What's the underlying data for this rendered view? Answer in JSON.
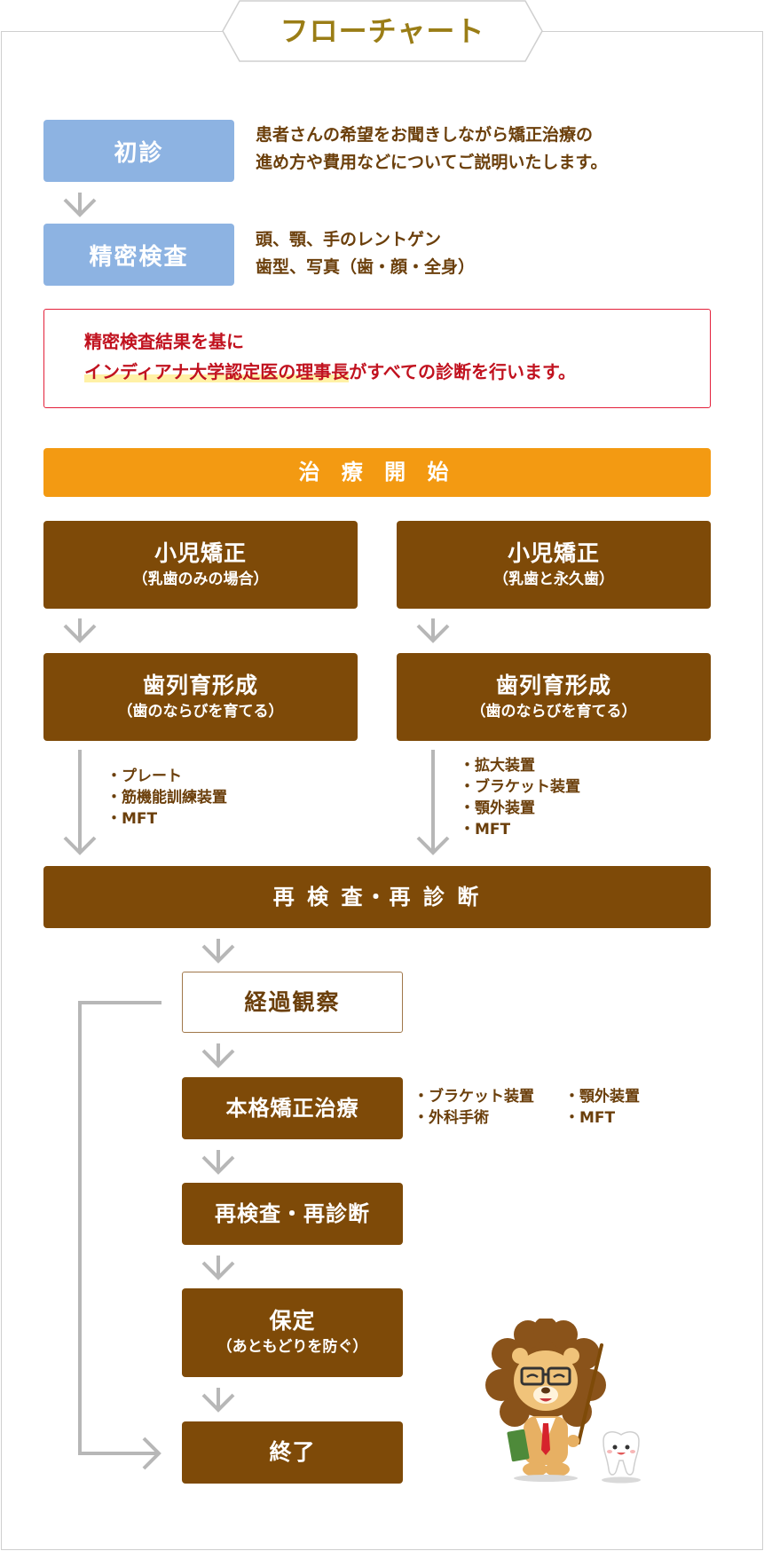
{
  "title": "フローチャート",
  "steps": {
    "shoshin": {
      "label": "初診",
      "desc_line1": "患者さんの希望をお聞きしながら矯正治療の",
      "desc_line2": "進め方や費用などについてご説明いたします。"
    },
    "seimitsu": {
      "label": "精密検査",
      "desc_line1": "頭、顎、手のレントゲン",
      "desc_line2": "歯型、写真（歯・顔・全身）"
    }
  },
  "notice": {
    "line1": "精密検査結果を基に",
    "highlight": "インディアナ大学認定医の理事長",
    "rest": "がすべての診断を行います。"
  },
  "treatment_start": "治 療 開 始",
  "left_column": {
    "header_title": "小児矯正",
    "header_sub": "（乳歯のみの場合）",
    "stage_title": "歯列育形成",
    "stage_sub": "（歯のならびを育てる）",
    "devices": [
      "・プレート",
      "・筋機能訓練装置",
      "・MFT"
    ]
  },
  "right_column": {
    "header_title": "小児矯正",
    "header_sub": "（乳歯と永久歯）",
    "stage_title": "歯列育形成",
    "stage_sub": "（歯のならびを育てる）",
    "devices": [
      "・拡大装置",
      "・ブラケット装置",
      "・顎外装置",
      "・MFT"
    ]
  },
  "reexam_wide": "再 検 査・再 診 断",
  "observation": "経過観察",
  "full_treatment": {
    "label": "本格矯正治療",
    "devices_col1": [
      "・ブラケット装置",
      "・外科手術"
    ],
    "devices_col2": [
      "・顎外装置",
      "・MFT"
    ]
  },
  "reexam": "再検査・再診断",
  "retention": {
    "title": "保定",
    "sub": "（あともどりを防ぐ）"
  },
  "end": "終了",
  "colors": {
    "brown": "#7e4a08",
    "blue": "#8db3e2",
    "orange": "#f39a12",
    "title_gold": "#9a7d16",
    "notice_red": "#c1121f",
    "arrow_gray": "#b7b7b7"
  },
  "icons": [
    "down-arrow-icon",
    "lion-mascot-icon",
    "tooth-mascot-icon"
  ]
}
